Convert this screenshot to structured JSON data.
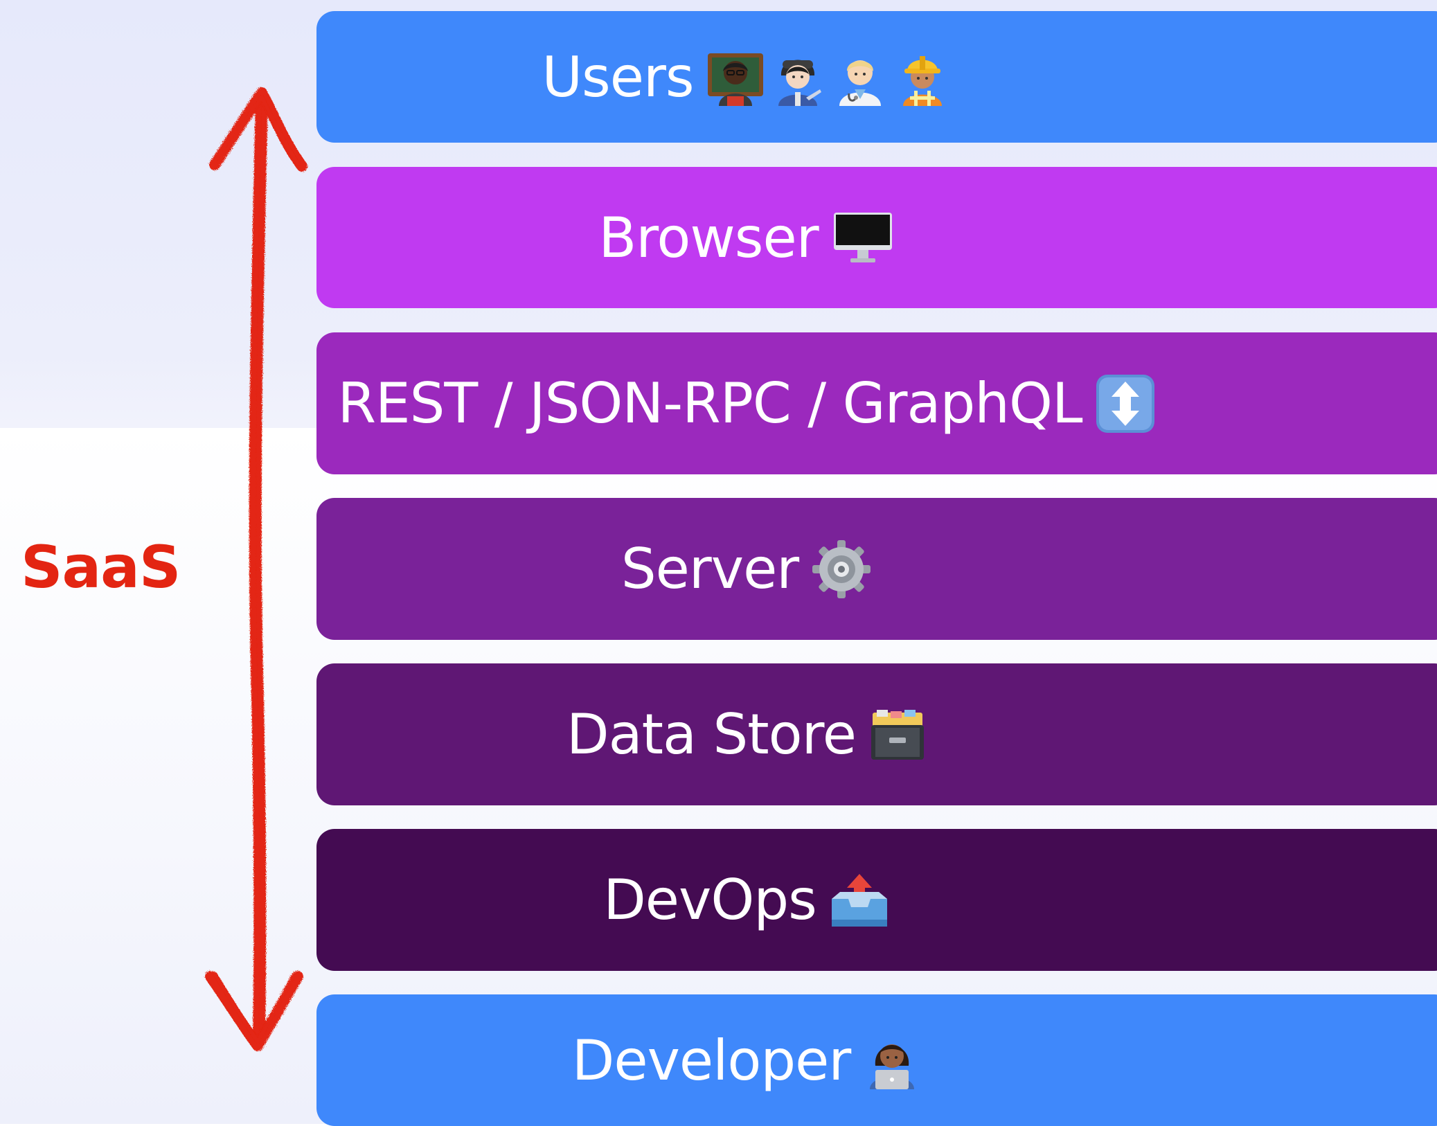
{
  "side_label": "SaaS",
  "colors": {
    "accent": "#e32512",
    "background_top": "#e6e9fb",
    "background_bottom": "#ffffff"
  },
  "layers": [
    {
      "label": "Users",
      "color": "#3f88fb",
      "icons": [
        "teacher-icon",
        "pilot-icon",
        "doctor-icon",
        "construction-worker-icon"
      ]
    },
    {
      "label": "Browser",
      "color": "#c03af1",
      "icons": [
        "desktop-computer-icon"
      ]
    },
    {
      "label": "REST / JSON-RPC / GraphQL",
      "color": "#9b29bd",
      "icons": [
        "up-down-arrow-icon"
      ]
    },
    {
      "label": "Server",
      "color": "#7a2299",
      "icons": [
        "gear-icon"
      ]
    },
    {
      "label": "Data Store",
      "color": "#5f1774",
      "icons": [
        "card-file-box-icon"
      ]
    },
    {
      "label": "DevOps",
      "color": "#440b52",
      "icons": [
        "outbox-tray-icon"
      ]
    },
    {
      "label": "Developer",
      "color": "#3f88fb",
      "icons": [
        "technologist-icon"
      ]
    }
  ]
}
